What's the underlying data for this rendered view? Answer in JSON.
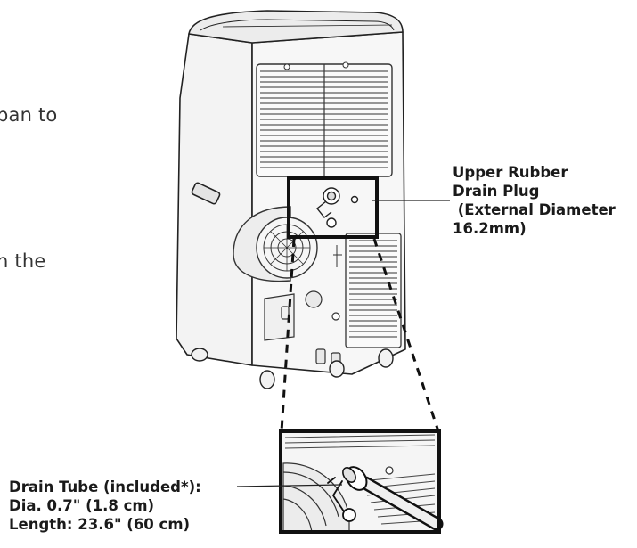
{
  "left_text": {
    "fragment_1": "pan to",
    "fragment_2": "n the"
  },
  "callouts": {
    "upper_plug": {
      "line1": "Upper Rubber",
      "line2": "Drain Plug",
      "line3": " (External Diameter",
      "line4": "16.2mm)"
    },
    "drain_tube": {
      "line1": "Drain Tube (included*):",
      "line2": "Dia. 0.7\" (1.8 cm)",
      "line3": "Length: 23.6\" (60 cm)"
    }
  },
  "colors": {
    "line": "#222222",
    "fill": "#f2f2f2",
    "text": "#1a1a1a"
  }
}
